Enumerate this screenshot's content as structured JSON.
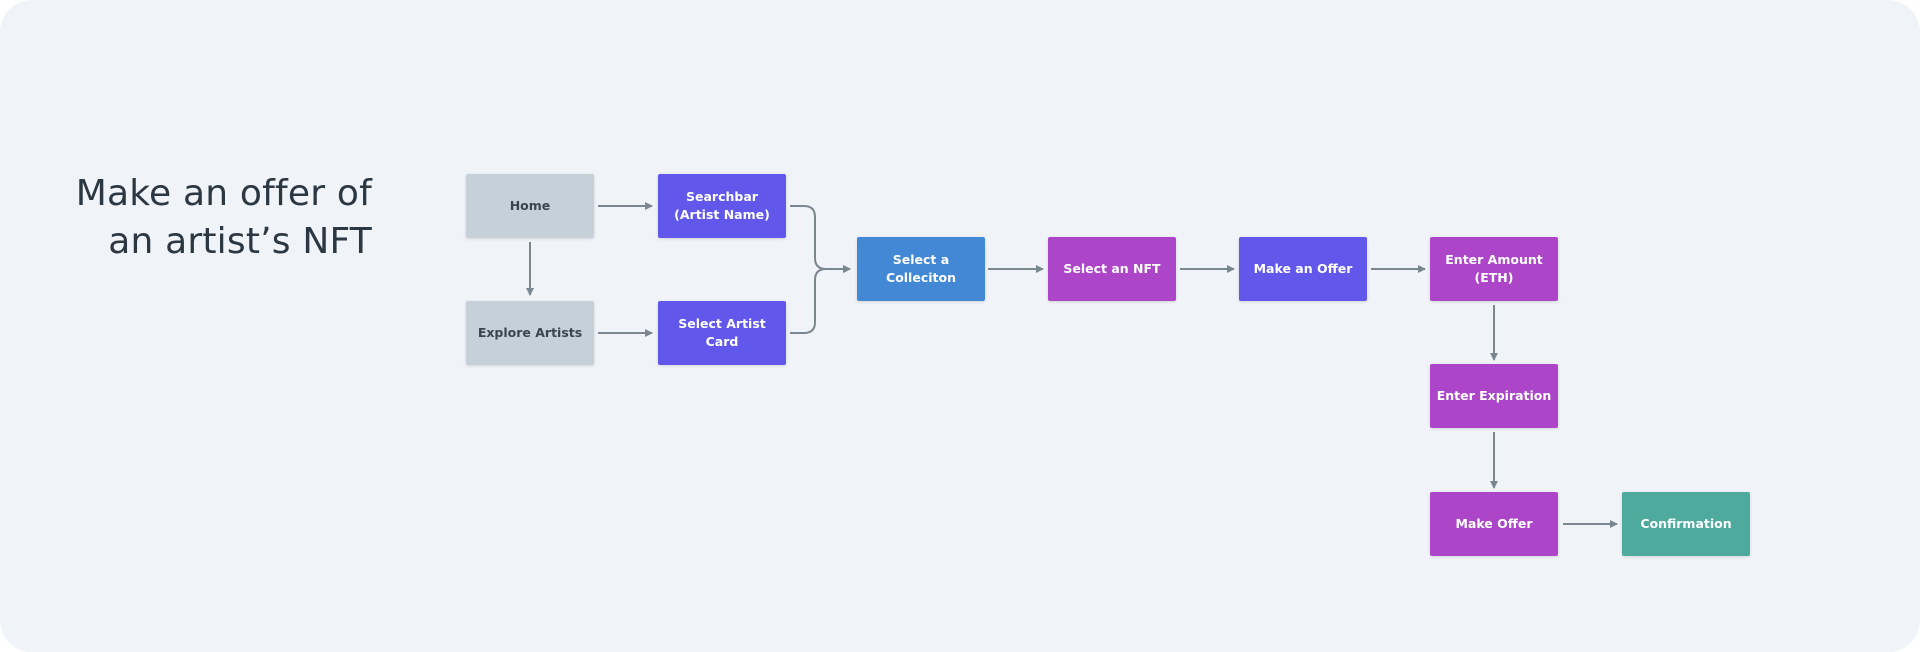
{
  "diagram": {
    "title_lines": [
      "Make an offer of",
      "an artist’s NFT"
    ],
    "nodes": {
      "home": {
        "label": "Home"
      },
      "searchbar": {
        "label": "Searchbar\n(Artist Name)"
      },
      "explore_artists": {
        "label": "Explore Artists"
      },
      "select_artist_card": {
        "label": "Select Artist Card"
      },
      "select_collection": {
        "label": "Select a Colleciton"
      },
      "select_nft": {
        "label": "Select an NFT"
      },
      "make_an_offer": {
        "label": "Make an Offer"
      },
      "enter_amount": {
        "label": "Enter Amount\n(ETH)"
      },
      "enter_expiration": {
        "label": "Enter Expiration"
      },
      "make_offer": {
        "label": "Make Offer"
      },
      "confirmation": {
        "label": "Confirmation"
      }
    },
    "edges": [
      [
        "home",
        "searchbar"
      ],
      [
        "home",
        "explore_artists"
      ],
      [
        "explore_artists",
        "select_artist_card"
      ],
      [
        "searchbar",
        "select_collection"
      ],
      [
        "select_artist_card",
        "select_collection"
      ],
      [
        "select_collection",
        "select_nft"
      ],
      [
        "select_nft",
        "make_an_offer"
      ],
      [
        "make_an_offer",
        "enter_amount"
      ],
      [
        "enter_amount",
        "enter_expiration"
      ],
      [
        "enter_expiration",
        "make_offer"
      ],
      [
        "make_offer",
        "confirmation"
      ]
    ],
    "colors": {
      "background": "#f0f3f7",
      "entry_node": "#c5d0d8",
      "search_node": "#6157ea",
      "collection_node": "#4388d5",
      "nft_node": "#ad45c9",
      "confirmation_node": "#4daa9d",
      "connector": "#7a8690"
    }
  }
}
